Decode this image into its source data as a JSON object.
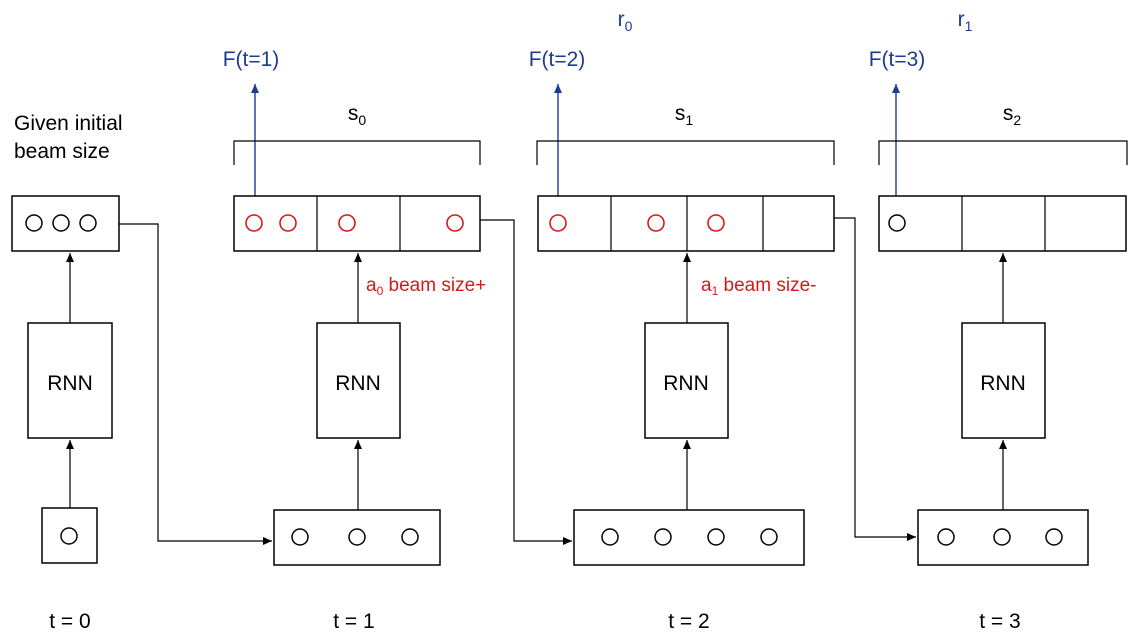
{
  "initial_note": {
    "line1": "Given initial",
    "line2": "beam size"
  },
  "rnn_label": "RNN",
  "timesteps": [
    "t = 0",
    "t = 1",
    "t = 2",
    "t = 3"
  ],
  "scores": [
    "F(t=1)",
    "F(t=2)",
    "F(t=3)"
  ],
  "states": [
    {
      "base": "s",
      "sub": "0"
    },
    {
      "base": "s",
      "sub": "1"
    },
    {
      "base": "s",
      "sub": "2"
    }
  ],
  "rewards": [
    {
      "base": "r",
      "sub": "0"
    },
    {
      "base": "r",
      "sub": "1"
    }
  ],
  "actions": [
    {
      "base": "a",
      "sub": "0",
      "text": " beam size+"
    },
    {
      "base": "a",
      "sub": "1",
      "text": " beam size-"
    }
  ],
  "colors": {
    "score": "#1f3a93",
    "action": "#d41a1a",
    "line": "#000000"
  }
}
